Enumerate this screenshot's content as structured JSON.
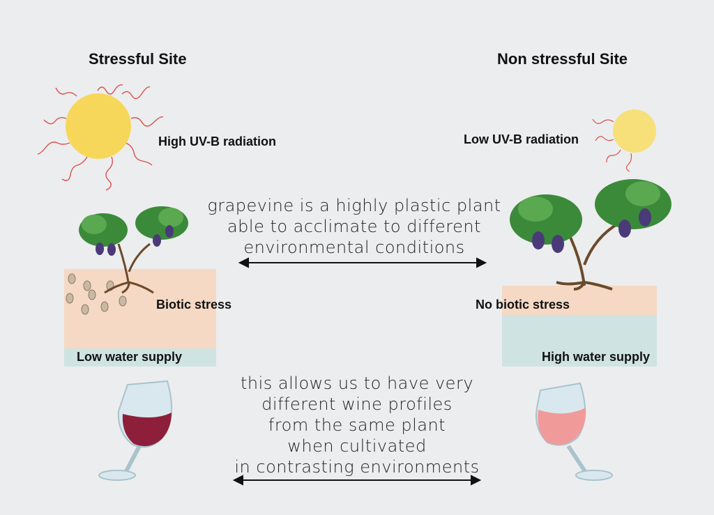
{
  "left": {
    "title": "Stressful Site",
    "uv": "High UV-B radiation",
    "biotic": "Biotic stress",
    "water": "Low water supply"
  },
  "right": {
    "title": "Non stressful Site",
    "uv": "Low UV-B radiation",
    "biotic": "No biotic stress",
    "water": "High water supply"
  },
  "statement1": [
    "grapevine is a highly plastic plant",
    "able to acclimate to different",
    "environmental conditions"
  ],
  "statement2": [
    "this allows us to have very",
    "different wine profiles",
    "from the same plant",
    "when cultivated",
    "in contrasting environments"
  ],
  "colors": {
    "sun": "#f7d75a",
    "soil": "#f5d9c4",
    "water": "#cfe3e3",
    "leaf": "#3a8a3a",
    "grape": "#4b3a78",
    "red_wine": "#8e1f3a",
    "rose_wine": "#f19a9a"
  }
}
